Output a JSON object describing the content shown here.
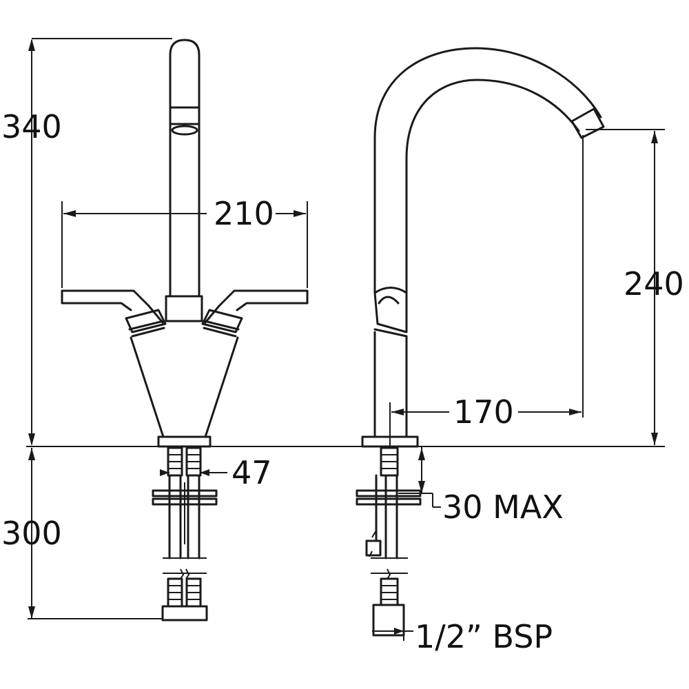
{
  "dimensions": {
    "overall_height": "340",
    "handle_span": "210",
    "pipe_spacing": "47",
    "tail_length": "300",
    "spout_height": "240",
    "spout_reach": "170",
    "max_deck_thickness": "30 MAX",
    "connection_thread": "1/2” BSP"
  }
}
